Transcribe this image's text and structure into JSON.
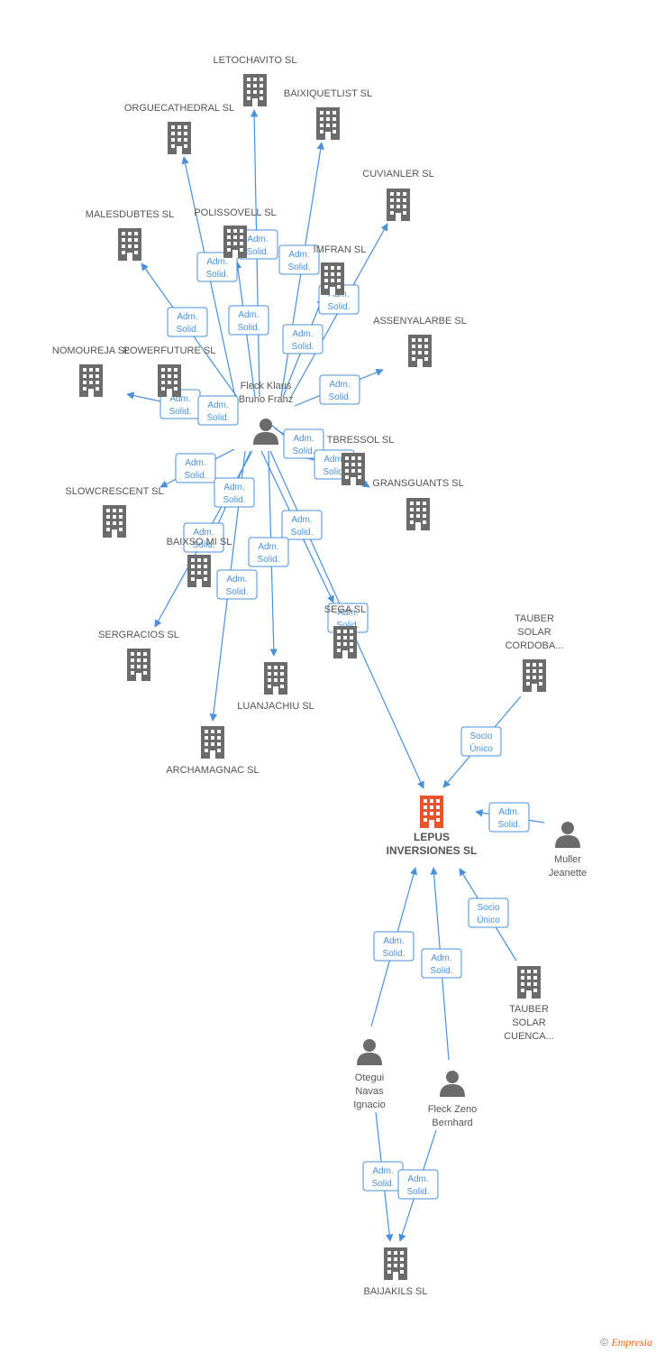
{
  "colors": {
    "edge": "#4a90d9",
    "company": "#6b6b6b",
    "focus_company": "#e8552d",
    "person": "#6b6b6b"
  },
  "footer": {
    "copyright": "©",
    "brand": "Empresia"
  },
  "nodes": [
    {
      "id": "letochavito",
      "type": "company",
      "label": [
        "LETOCHAVITO SL"
      ]
    },
    {
      "id": "baixiquetlist",
      "type": "company",
      "label": [
        "BAIXIQUETLIST SL"
      ]
    },
    {
      "id": "orguecathedral",
      "type": "company",
      "label": [
        "ORGUECATHEDRAL SL"
      ]
    },
    {
      "id": "cuvianler",
      "type": "company",
      "label": [
        "CUVIANLER SL"
      ]
    },
    {
      "id": "malesdubtes",
      "type": "company",
      "label": [
        "MALESDUBTES SL"
      ]
    },
    {
      "id": "polissovell",
      "type": "company",
      "label": [
        "POLISSOVELL SL"
      ]
    },
    {
      "id": "imfran",
      "type": "company",
      "label": [
        "IMFRAN SL"
      ]
    },
    {
      "id": "assenyalarbe",
      "type": "company",
      "label": [
        "ASSENYALARBE SL"
      ]
    },
    {
      "id": "nomoureja",
      "type": "company",
      "label": [
        "NOMOUREJA SL"
      ]
    },
    {
      "id": "powerfuture",
      "type": "company",
      "label": [
        "POWERFUTURE SL"
      ]
    },
    {
      "id": "fleckklaus",
      "type": "person",
      "label": [
        "Fleck Klaus",
        "Bruno Franz"
      ]
    },
    {
      "id": "tbressol",
      "type": "company",
      "label": [
        "TBRESSOL SL"
      ]
    },
    {
      "id": "gransguants",
      "type": "company",
      "label": [
        "GRANSGUANTS SL"
      ]
    },
    {
      "id": "slowcrescent",
      "type": "company",
      "label": [
        "SLOWCRESCENT SL"
      ]
    },
    {
      "id": "baixsomni",
      "type": "company",
      "label": [
        "BAIXSO  MI SL"
      ]
    },
    {
      "id": "segam",
      "type": "company",
      "label": [
        "SEGA  SL"
      ]
    },
    {
      "id": "taubercordoba",
      "type": "company",
      "label": [
        "TAUBER",
        "SOLAR",
        "CORDOBA..."
      ]
    },
    {
      "id": "sergracios",
      "type": "company",
      "label": [
        "SERGRACIOS SL"
      ]
    },
    {
      "id": "luanjachiu",
      "type": "company",
      "label": [
        "LUANJACHIU SL"
      ]
    },
    {
      "id": "archamagnac",
      "type": "company",
      "label": [
        "ARCHAMAGNAC SL"
      ]
    },
    {
      "id": "lepus",
      "type": "focus",
      "label": [
        "LEPUS",
        "INVERSIONES SL"
      ]
    },
    {
      "id": "muller",
      "type": "person",
      "label": [
        "Muller",
        "Jeanette"
      ]
    },
    {
      "id": "taubercuenca",
      "type": "company",
      "label": [
        "TAUBER",
        "SOLAR",
        "CUENCA..."
      ]
    },
    {
      "id": "otegui",
      "type": "person",
      "label": [
        "Otegui",
        "Navas",
        "Ignacio"
      ]
    },
    {
      "id": "fleckzeno",
      "type": "person",
      "label": [
        "Fleck Zeno",
        "Bernhard"
      ]
    },
    {
      "id": "baijakils",
      "type": "company",
      "label": [
        "BAIJAKILS SL"
      ]
    }
  ],
  "edges": [
    {
      "from": "fleckklaus",
      "to": "letochavito",
      "label": [
        "Adm.",
        "Solid."
      ]
    },
    {
      "from": "fleckklaus",
      "to": "baixiquetlist",
      "label": [
        "Adm.",
        "Solid."
      ]
    },
    {
      "from": "fleckklaus",
      "to": "orguecathedral",
      "label": [
        "Adm.",
        "Solid."
      ]
    },
    {
      "from": "fleckklaus",
      "to": "cuvianler",
      "label": [
        "Adm.",
        "Solid."
      ]
    },
    {
      "from": "fleckklaus",
      "to": "malesdubtes",
      "label": [
        "Adm.",
        "Solid."
      ]
    },
    {
      "from": "fleckklaus",
      "to": "polissovell",
      "label": [
        "Adm.",
        "Solid."
      ]
    },
    {
      "from": "fleckklaus",
      "to": "imfran",
      "label": [
        "Adm.",
        "Solid."
      ]
    },
    {
      "from": "fleckklaus",
      "to": "assenyalarbe",
      "label": [
        "Adm.",
        "Solid."
      ]
    },
    {
      "from": "fleckklaus",
      "to": "nomoureja",
      "label": [
        "Adm.",
        "Solid."
      ]
    },
    {
      "from": "fleckklaus",
      "to": "powerfuture",
      "label": [
        "Adm.",
        "Solid."
      ]
    },
    {
      "from": "fleckklaus",
      "to": "tbressol",
      "label": [
        "Adm.",
        "Solid."
      ]
    },
    {
      "from": "fleckklaus",
      "to": "gransguants",
      "label": [
        "Adm.",
        "Solid."
      ]
    },
    {
      "from": "fleckklaus",
      "to": "slowcrescent",
      "label": [
        "Adm.",
        "Solid."
      ]
    },
    {
      "from": "fleckklaus",
      "to": "baixsomni",
      "label": [
        "Adm.",
        "Solid."
      ]
    },
    {
      "from": "fleckklaus",
      "to": "segam",
      "label": [
        "Adm.",
        "Solid."
      ]
    },
    {
      "from": "fleckklaus",
      "to": "sergracios",
      "label": [
        "Adm.",
        "Solid."
      ]
    },
    {
      "from": "fleckklaus",
      "to": "luanjachiu",
      "label": [
        "Adm.",
        "Solid."
      ]
    },
    {
      "from": "fleckklaus",
      "to": "archamagnac",
      "label": [
        "Adm.",
        "Solid."
      ]
    },
    {
      "from": "fleckklaus",
      "to": "lepus",
      "label": [
        "Adm.",
        "Solid."
      ]
    },
    {
      "from": "taubercordoba",
      "to": "lepus",
      "label": [
        "Socio",
        "Único"
      ]
    },
    {
      "from": "muller",
      "to": "lepus",
      "label": [
        "Adm.",
        "Solid."
      ]
    },
    {
      "from": "taubercuenca",
      "to": "lepus",
      "label": [
        "Socio",
        "Único"
      ]
    },
    {
      "from": "otegui",
      "to": "lepus",
      "label": [
        "Adm.",
        "Solid."
      ]
    },
    {
      "from": "fleckzeno",
      "to": "lepus",
      "label": [
        "Adm.",
        "Solid."
      ]
    },
    {
      "from": "otegui",
      "to": "baijakils",
      "label": [
        "Adm.",
        "Solid."
      ]
    },
    {
      "from": "fleckzeno",
      "to": "baijakils",
      "label": [
        "Adm.",
        "Solid."
      ]
    }
  ]
}
